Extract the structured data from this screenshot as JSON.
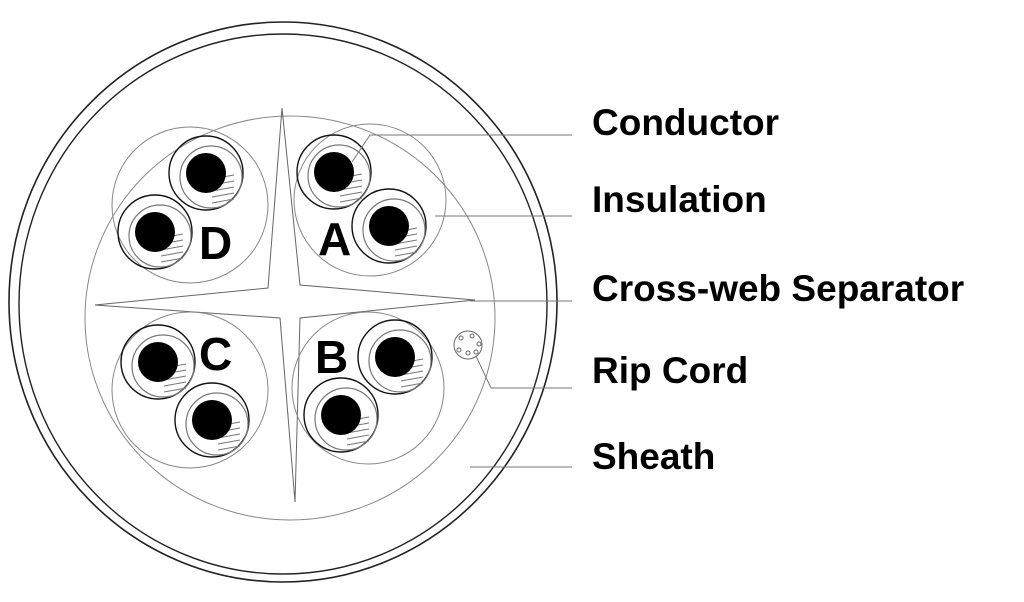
{
  "title": "Cable cross-section",
  "labels": {
    "conductor": "Conductor",
    "insulation": "Insulation",
    "separator": "Cross-web Separator",
    "rip_cord": "Rip Cord",
    "sheath": "Sheath"
  },
  "pairs": [
    "A",
    "B",
    "C",
    "D"
  ],
  "colors": {
    "line": "#000000",
    "leader": "#777777",
    "conductor": "#000000"
  }
}
